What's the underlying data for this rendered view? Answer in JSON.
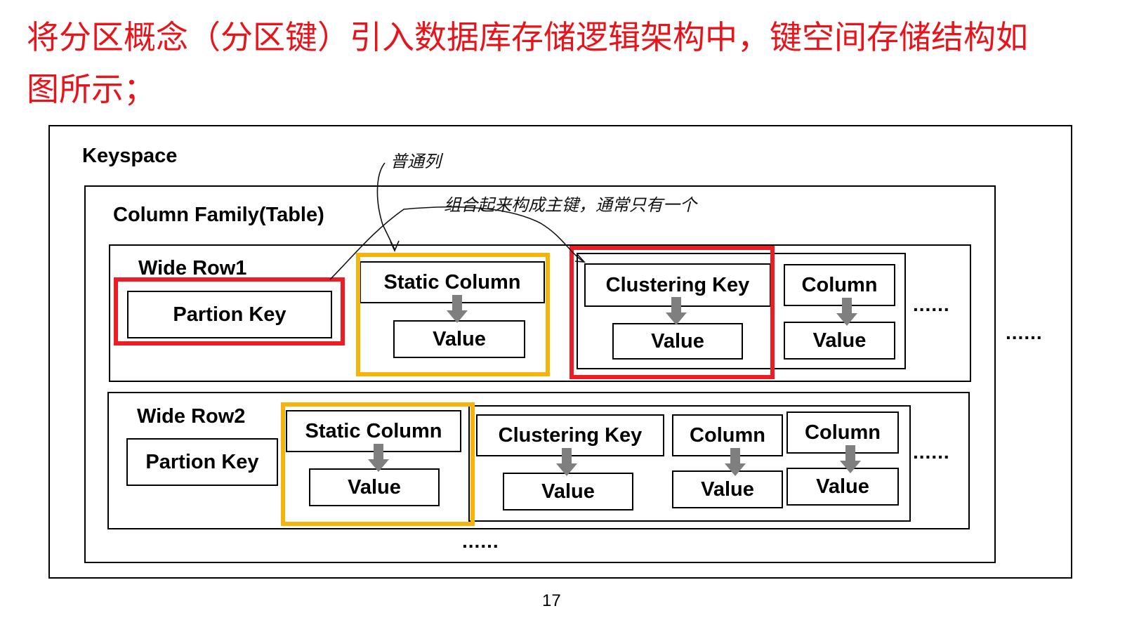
{
  "heading": {
    "line1": "将分区概念（分区键）引入数据库存储逻辑架构中，键空间存储结构如",
    "line2": "图所示；"
  },
  "diagram": {
    "keyspace_label": "Keyspace",
    "table_label": "Column Family(Table)",
    "row1": {
      "label": "Wide Row1",
      "partition_key": "Partion Key",
      "static_column": "Static Column",
      "static_value": "Value",
      "clustering_key": "Clustering Key",
      "clustering_value": "Value",
      "column": "Column",
      "column_value": "Value",
      "row_ellipsis": "......",
      "outer_ellipsis": "......"
    },
    "row2": {
      "label": "Wide Row2",
      "partition_key": "Partion Key",
      "static_column": "Static Column",
      "static_value": "Value",
      "clustering_key": "Clustering Key",
      "clustering_value": "Value",
      "column_a": "Column",
      "column_a_value": "Value",
      "column_b": "Column",
      "column_b_value": "Value",
      "row_ellipsis": "......"
    },
    "more_rows": "......",
    "annotations": {
      "note_top": "普通列",
      "note_middle": "组合起来构成主键，通常只有一个"
    },
    "colors": {
      "partition_highlight": "#ee1c25",
      "static_highlight": "#f5b40c",
      "clustering_highlight": "#ee1c25",
      "arrow_fill": "#7f7f7f"
    }
  },
  "page_number": "17"
}
